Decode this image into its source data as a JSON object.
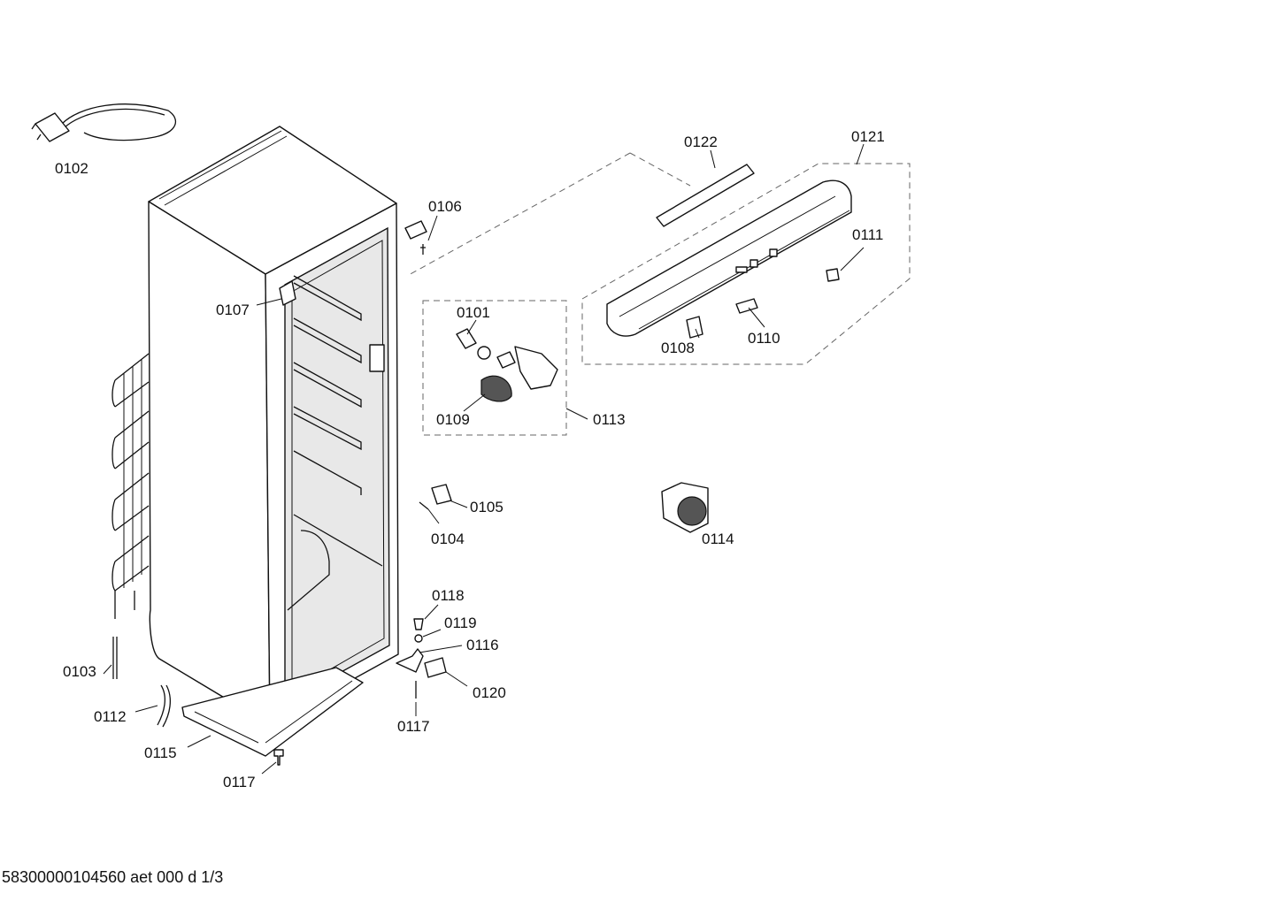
{
  "diagram": {
    "labels": {
      "p0101": "0101",
      "p0102": "0102",
      "p0103": "0103",
      "p0104": "0104",
      "p0105": "0105",
      "p0106": "0106",
      "p0107": "0107",
      "p0108": "0108",
      "p0109": "0109",
      "p0110": "0110",
      "p0111": "0111",
      "p0112": "0112",
      "p0113": "0113",
      "p0114": "0114",
      "p0115": "0115",
      "p0116": "0116",
      "p0117a": "0117",
      "p0117b": "0117",
      "p0118": "0118",
      "p0119": "0119",
      "p0120": "0120",
      "p0121": "0121",
      "p0122": "0122"
    },
    "footer": "58300000104560 aet 000 d 1/3"
  }
}
